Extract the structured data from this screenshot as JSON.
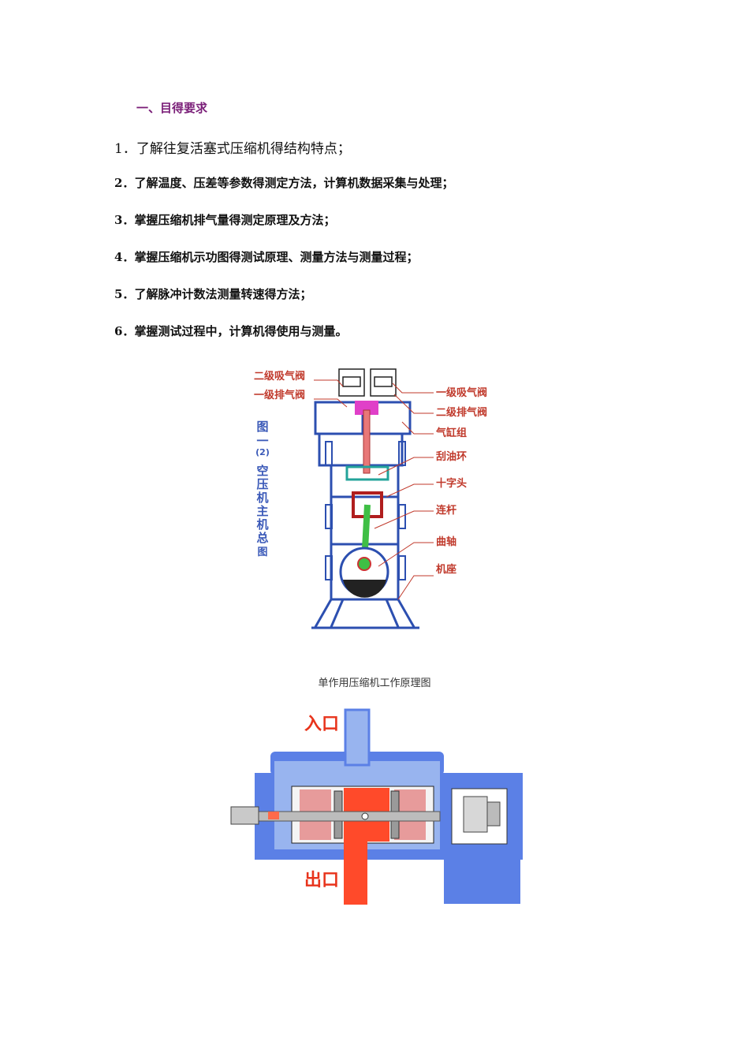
{
  "section": {
    "title": "一、目得要求"
  },
  "objectives": [
    {
      "num": "1．",
      "text": "了解往复活塞式压缩机得结构特点；"
    },
    {
      "num": "2．",
      "text": "了解温度、压差等参数得测定方法，计算机数据采集与处理；"
    },
    {
      "num": "3．",
      "text": "掌握压缩机排气量得测定原理及方法；"
    },
    {
      "num": "4．",
      "text": "掌握压缩机示功图得测试原理、测量方法与测量过程；"
    },
    {
      "num": "5．",
      "text": "了解脉冲计数法测量转速得方法；"
    },
    {
      "num": "6．",
      "text": "掌握测试过程中，计算机得使用与测量。"
    }
  ],
  "figure1": {
    "vertical_title": [
      "图",
      "一",
      "(2)",
      "空",
      "压",
      "机",
      "主",
      "机",
      "总",
      "图"
    ],
    "labels_left": [
      "二级吸气阀",
      "一级排气阀"
    ],
    "labels_right": [
      "一级吸气阀",
      "二级排气阀",
      "气缸组",
      "刮油环",
      "十字头",
      "连杆",
      "曲轴",
      "机座"
    ]
  },
  "figure2": {
    "caption": "单作用压缩机工作原理图",
    "inlet_label": "入口",
    "outlet_label": "出口"
  }
}
